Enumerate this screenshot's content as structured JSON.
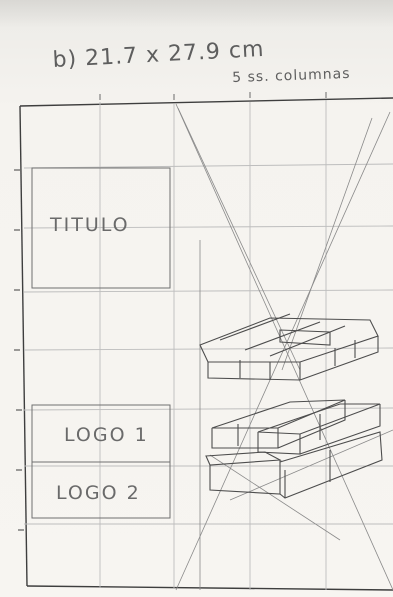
{
  "heading": "b)  21.7 x 27.9 cm",
  "subheading": "5 ss. columnas",
  "boxes": {
    "title": "TITULO",
    "logo1": "LOGO 1",
    "logo2": "LOGO 2"
  },
  "colors": {
    "paper": "#f5f3ef",
    "pencil": "#5e5e5e",
    "grid": "#b9b9b9"
  }
}
